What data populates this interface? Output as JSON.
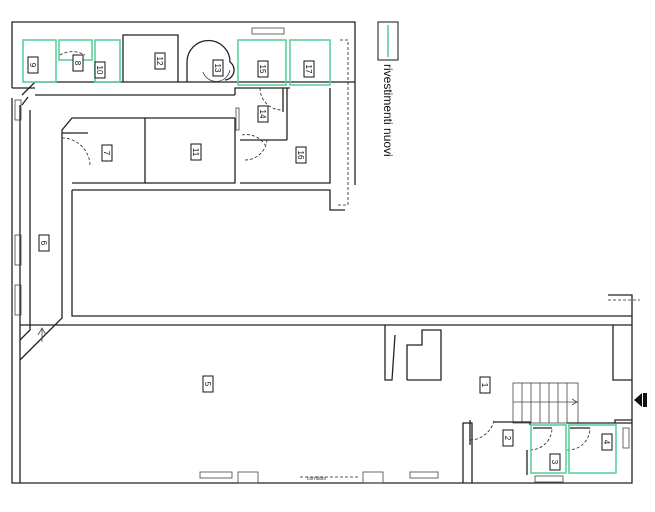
{
  "legend": {
    "label": "rivestimenti nuovi",
    "color": "#5fcf9a"
  },
  "rooms": [
    {
      "id": "1"
    },
    {
      "id": "2"
    },
    {
      "id": "3"
    },
    {
      "id": "4"
    },
    {
      "id": "5"
    },
    {
      "id": "6"
    },
    {
      "id": "7"
    },
    {
      "id": "8"
    },
    {
      "id": "9"
    },
    {
      "id": "10"
    },
    {
      "id": "11"
    },
    {
      "id": "12"
    },
    {
      "id": "13"
    },
    {
      "id": "14"
    },
    {
      "id": "15"
    },
    {
      "id": "16"
    },
    {
      "id": "17"
    }
  ],
  "bottom_note": "corridoio"
}
